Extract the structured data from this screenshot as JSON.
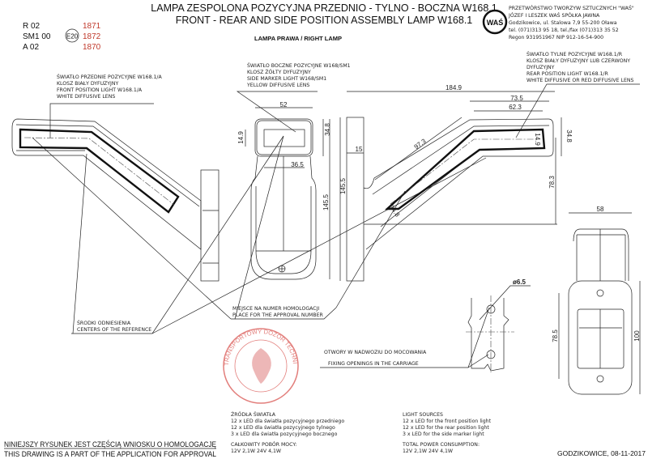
{
  "title": {
    "line1": "LAMPA ZESPOLONA POZYCYJNA PRZEDNIO - TYLNO - BOCZNA W168.1",
    "line2": "FRONT - REAR AND SIDE POSITION ASSEMBLY LAMP W168.1"
  },
  "approvals": {
    "codes": [
      "R 02",
      "SM1 00",
      "A 02"
    ],
    "mark": "E20",
    "numbers": [
      "1871",
      "1872",
      "1870"
    ],
    "number_color": "#c0392b"
  },
  "company": {
    "logo": "WAŚ",
    "lines": [
      "PRZETWÓRSTWO TWORZYW SZTUCZNYCH \"WAŚ\"",
      "JÓZEF I LESZEK WAŚ   SPÓŁKA JAWNA",
      "Godzikowice, ul. Stalowa 7,9     55-200 Oława",
      "tel. (071)313 95 18, tel./fax (071)313 35 52",
      "Regon 931951967 NIP 912-16-54-900"
    ]
  },
  "subtitle": "LAMPA PRAWA / RIGHT LAMP",
  "callouts": {
    "front": [
      "ŚWIATŁO PRZEDNIE POZYCYJNE W168.1/A",
      "KLOSZ BIAŁY DYFUZYJNY",
      "FRONT POSITION LIGHT W168.1/A",
      "WHITE DIFFUSIVE LENS"
    ],
    "side": [
      "ŚWIATŁO BOCZNE POZYCYJNE W168/SM1",
      "KLOSZ ŻÓŁTY DYFUZYJNY",
      "SIDE MARKER LIGHT W168/SM1",
      "YELLOW DIFFUSIVE LENS"
    ],
    "rear": [
      "ŚWIATŁO TYLNE POZYCYJNE W168.1/R",
      "KLOSZ BIAŁY DYFUZYJNY LUB CZERWONY",
      "DYFUZYJNY",
      "REAR POSITION LIGHT W168.1/R",
      "WHITE DIFFUSIVE OR RED DIFFUSIVE LENS"
    ],
    "reference": [
      "ŚRODKI ODNIESIENIA",
      "CENTERS OF THE REFERENCE"
    ],
    "approval_place": [
      "MIEJSCE NA NUMER HOMOLOGACJI",
      "PLACE FOR THE APPROVAL NUMBER"
    ],
    "fixing": [
      "OTWORY W NADWOZIU DO MOCOWANIA",
      "FIXING OPENINGS IN THE CARRIAGE"
    ]
  },
  "dimensions": {
    "d52": "52",
    "d14_9": "14.9",
    "d34_8a": "34.8",
    "d36_5": "36.5",
    "d145_5a": "145.5",
    "d184_9": "184.9",
    "d73_5": "73.5",
    "d62_3": "62.3",
    "d97_3": "97.3",
    "d15": "15",
    "d145_5b": "145.5",
    "d34_8b": "34.8",
    "d14_9b": "14.9",
    "d34_8c": "34.8",
    "d78_3": "78.3",
    "d58": "58",
    "d78_5": "78.5",
    "d100": "100",
    "d6_5": "ø6.5"
  },
  "stamp": {
    "text": "TRANSPORTOWY DOZÓR TECHNICZNY",
    "color": "#d9534f"
  },
  "light_sources_pl": {
    "heading": "ŹRÓDŁA ŚWIATŁA",
    "items": [
      "12 x LED dla światła pozycyjnego przedniego",
      "12 x LED dla światła pozycyjnego tylnego",
      "3 x LED dla światła pozycyjnego bocznego"
    ],
    "power_heading": "CAŁKOWITY POBÓR MOCY:",
    "power": "12V 2,1W  24V 4,1W"
  },
  "light_sources_en": {
    "heading": "LIGHT SOURCES",
    "items": [
      "12 x LED for the front position light",
      "12 x LED for the rear position light",
      "3 x LED for the side marker light"
    ],
    "power_heading": "TOTAL POWER CONSUMPTION:",
    "power": "12V 2,1W  24V 4,1W"
  },
  "footer": {
    "note_pl": "NINIEJSZY RYSUNEK JEST CZĘŚCIĄ WNIOSKU O HOMOLOGACJĘ",
    "note_en": "THIS DRAWING IS A PART OF THE APPLICATION FOR  APPROVAL",
    "place_date": "GODZIKOWICE, 08-11-2017"
  }
}
